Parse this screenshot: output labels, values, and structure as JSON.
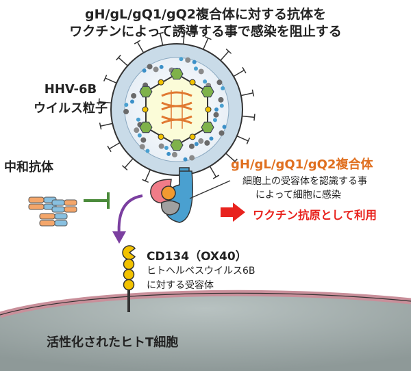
{
  "title": {
    "line1": "gH/gL/gQ1/gQ2複合体に対する抗体を",
    "line2": "ワクチンによって誘導する事で感染を阻止する"
  },
  "virus": {
    "line1": "HHV-6B",
    "line2": "ウイルス粒子"
  },
  "antibody": {
    "label": "中和抗体"
  },
  "complex": {
    "label": "gH/gL/gQ1/gQ2複合体",
    "desc_line1": "細胞上の受容体を認識する事",
    "desc_line2": "によって細胞に感染"
  },
  "vaccine": {
    "label": "ワクチン抗原として利用"
  },
  "receptor": {
    "label": "CD134（OX40）",
    "desc_line1": "ヒトヘルペスウイルス6B",
    "desc_line2": "に対する受容体"
  },
  "cell": {
    "label": "活性化されたヒトT細胞"
  },
  "colors": {
    "complex_label": "#e07020",
    "vaccine_label": "#e8231e",
    "vaccine_arrow": "#e8231e",
    "inhibit_line": "#4a8a3a",
    "bind_arrow": "#7b3fa0",
    "receptor_bead": "#f2c200",
    "cell_membrane": "#d8a8b0",
    "cell_body": "#9da8a7"
  }
}
